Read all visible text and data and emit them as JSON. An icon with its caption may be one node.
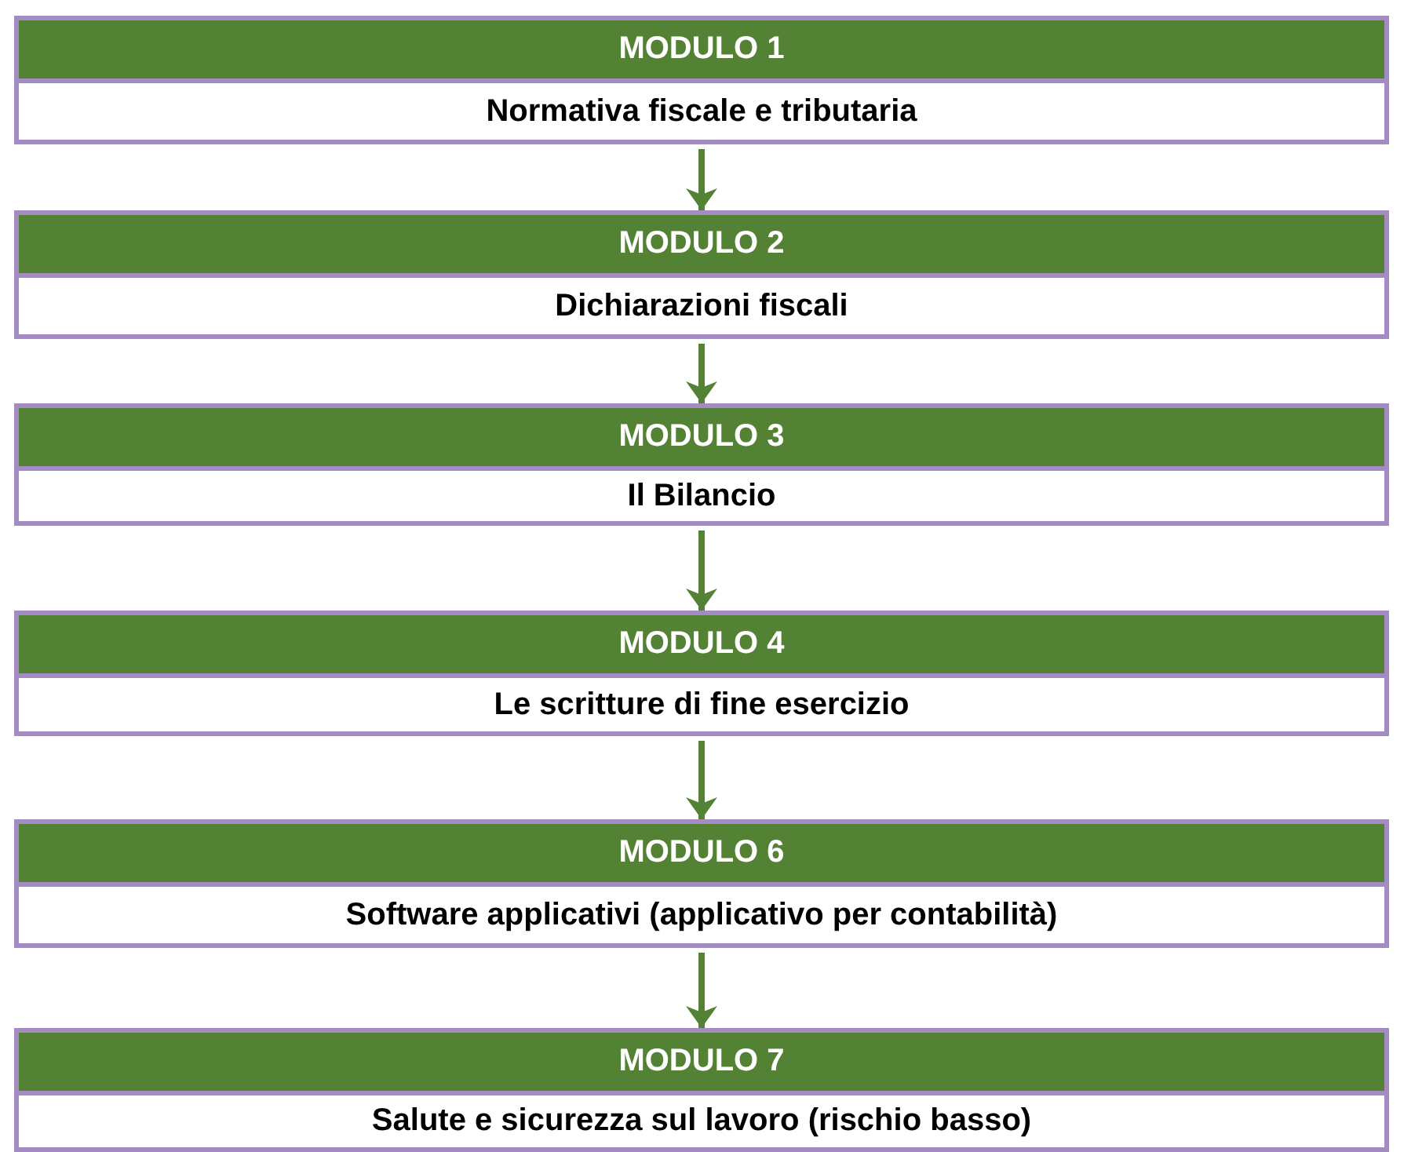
{
  "diagram": {
    "nodes": [
      {
        "text": [
          "MODULO 1",
          "Normativa fiscale e tributaria"
        ]
      },
      {
        "text": [
          "MODULO 2",
          "Dichiarazioni fiscali"
        ]
      },
      {
        "text": [
          "MODULO 3",
          "Il Bilancio"
        ]
      },
      {
        "text": [
          "MODULO 4",
          "Le scritture di fine esercizio"
        ]
      },
      {
        "text": [
          "MODULO 6",
          "Software applicativi (applicativo per contabilità)"
        ]
      },
      {
        "text": [
          "MODULO 7",
          "Salute e sicurezza sul lavoro (rischio basso)"
        ]
      }
    ],
    "edges": [
      {
        "from": 0,
        "to": 1,
        "arrow": "to"
      },
      {
        "from": 1,
        "to": 2,
        "arrow": "to"
      },
      {
        "from": 2,
        "to": 3,
        "arrow": "to"
      },
      {
        "from": 3,
        "to": 4,
        "arrow": "to"
      },
      {
        "from": 4,
        "to": 5,
        "arrow": "to"
      }
    ]
  }
}
